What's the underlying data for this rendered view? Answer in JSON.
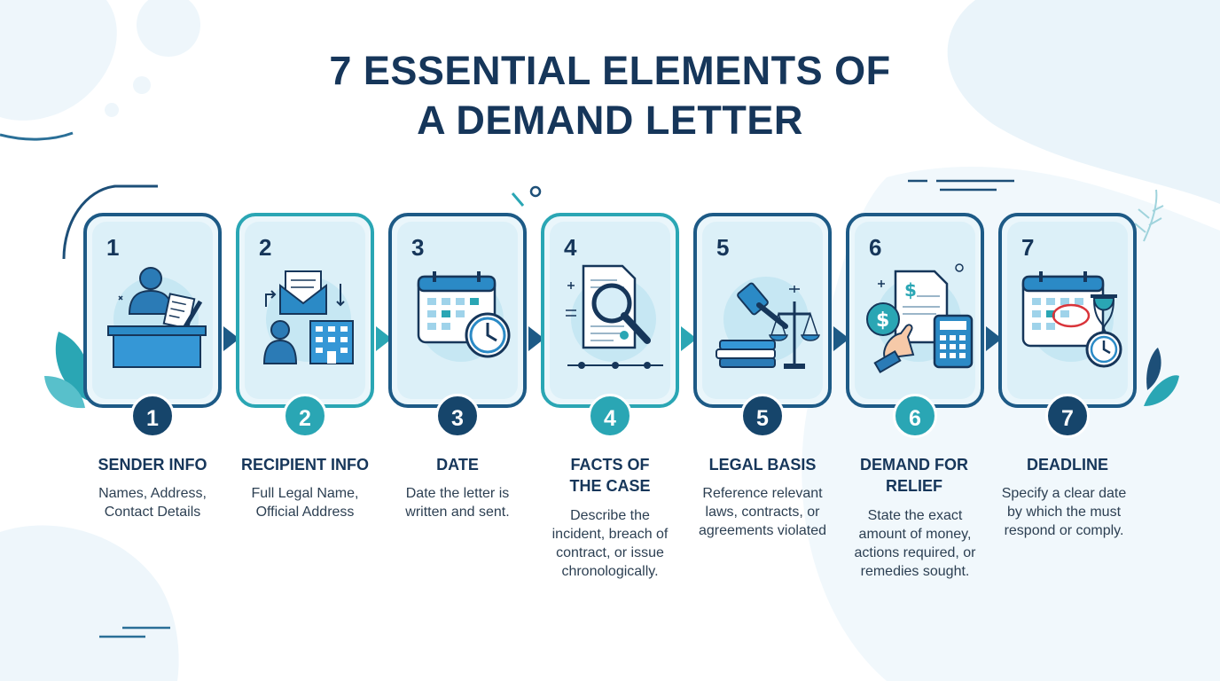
{
  "title": {
    "line1": "7 ESSENTIAL ELEMENTS OF",
    "line2": "A DEMAND LETTER"
  },
  "colors": {
    "navy": "#16456b",
    "teal": "#2aa6b4",
    "card_bg": "#dcf0f8",
    "text": "#16365a"
  },
  "steps": [
    {
      "number": "1",
      "label": "SENDER INFO",
      "description": "Names, Address, Contact Details",
      "icon": "person-at-desk-icon"
    },
    {
      "number": "2",
      "label": "RECIPIENT INFO",
      "description": "Full Legal Name, Official Address",
      "icon": "envelope-building-icon"
    },
    {
      "number": "3",
      "label": "DATE",
      "description": "Date the letter is written and sent.",
      "icon": "calendar-clock-icon"
    },
    {
      "number": "4",
      "label": "FACTS OF THE CASE",
      "description": "Describe the incident, breach of contract, or issue chronologically.",
      "icon": "document-magnifier-icon"
    },
    {
      "number": "5",
      "label": "LEGAL BASIS",
      "description": "Reference relevant laws, contracts, or agreements violated",
      "icon": "gavel-scales-icon"
    },
    {
      "number": "6",
      "label": "DEMAND FOR RELIEF",
      "description": "State the exact amount of money, actions required, or remedies sought.",
      "icon": "money-calculator-icon"
    },
    {
      "number": "7",
      "label": "DEADLINE",
      "description": "Specify a clear date by which the must respond or comply.",
      "icon": "calendar-hourglass-icon"
    }
  ]
}
